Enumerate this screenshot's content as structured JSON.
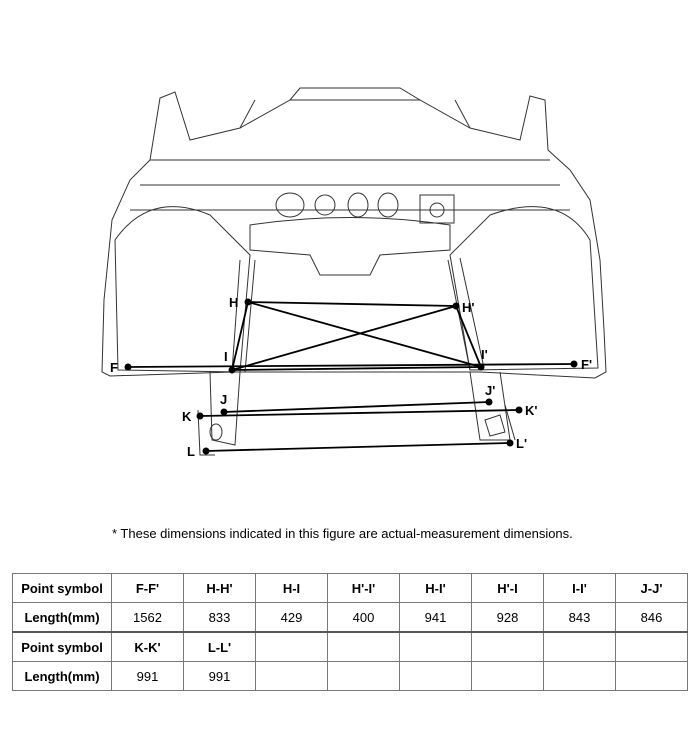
{
  "note": "*  These dimensions indicated in this figure are actual-measurement dimensions.",
  "points": {
    "F": "F",
    "F_prime": "F'",
    "H": "H",
    "H_prime": "H'",
    "I": "I",
    "I_prime": "I'",
    "J": "J",
    "J_prime": "J'",
    "K": "K",
    "K_prime": "K'",
    "L": "L",
    "L_prime": "L'"
  },
  "table": {
    "row_label_symbol": "Point symbol",
    "row_label_length": "Length(mm)",
    "rows": [
      {
        "symbols": [
          "F-F'",
          "H-H'",
          "H-I",
          "H'-I'",
          "H-I'",
          "H'-I",
          "I-I'",
          "J-J'"
        ],
        "lengths": [
          "1562",
          "833",
          "429",
          "400",
          "941",
          "928",
          "843",
          "846"
        ]
      },
      {
        "symbols": [
          "K-K'",
          "L-L'",
          "",
          "",
          "",
          "",
          "",
          ""
        ],
        "lengths": [
          "991",
          "991",
          "",
          "",
          "",
          "",
          "",
          ""
        ]
      }
    ]
  }
}
